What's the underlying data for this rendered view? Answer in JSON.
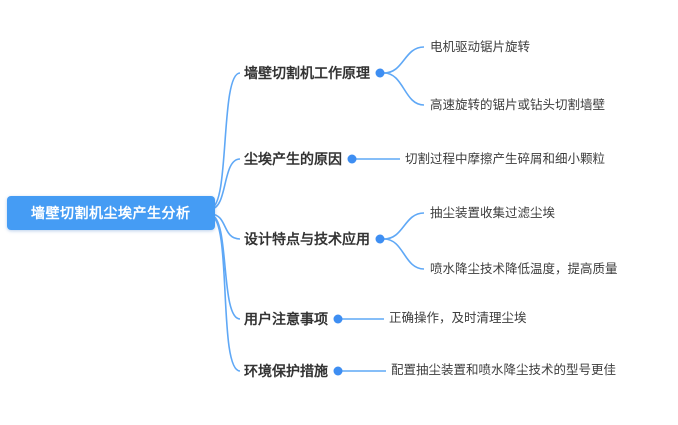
{
  "root": {
    "label": "墙壁切割机尘埃产生分析"
  },
  "branches": [
    {
      "label": "墙壁切割机工作原理",
      "children": [
        {
          "label": "电机驱动锯片旋转"
        },
        {
          "label": "高速旋转的锯片或钻头切割墙壁"
        }
      ]
    },
    {
      "label": "尘埃产生的原因",
      "children": [
        {
          "label": "切割过程中摩擦产生碎屑和细小颗粒"
        }
      ]
    },
    {
      "label": "设计特点与技术应用",
      "children": [
        {
          "label": "抽尘装置收集过滤尘埃"
        },
        {
          "label": "喷水降尘技术降低温度，提高质量"
        }
      ]
    },
    {
      "label": "用户注意事项",
      "children": [
        {
          "label": "正确操作，及时清理尘埃"
        }
      ]
    },
    {
      "label": "环境保护措施",
      "children": [
        {
          "label": "配置抽尘装置和喷水降尘技术的型号更佳"
        }
      ]
    }
  ],
  "colors": {
    "root_bg": "#459cf4",
    "line": "#5fa8f6",
    "dot": "#3e8ef2",
    "branch_text": "#333333",
    "leaf_text": "#3d3d3d"
  }
}
